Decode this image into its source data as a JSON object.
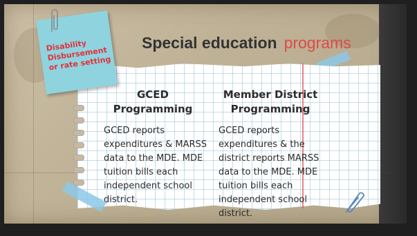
{
  "title": {
    "main": "Special education",
    "accent": "programs"
  },
  "sticky_note": {
    "text": "Disability Disbursement or rate setting"
  },
  "columns": [
    {
      "heading": "GCED Programming",
      "body": "GCED reports expenditures & MARSS data to the MDE.  MDE tuition bills each independent school district."
    },
    {
      "heading": "Member District Programming",
      "body": "GCED reports expenditures & the district reports MARSS data to the MDE. MDE tuition bills each independent school district."
    }
  ],
  "colors": {
    "title_accent": "#e04848",
    "sticky": "#8fd3df",
    "sticky_text": "#e0323c",
    "tape": "#8cc8e6"
  },
  "icons": [
    "paperclip-icon",
    "paperclip-icon"
  ]
}
